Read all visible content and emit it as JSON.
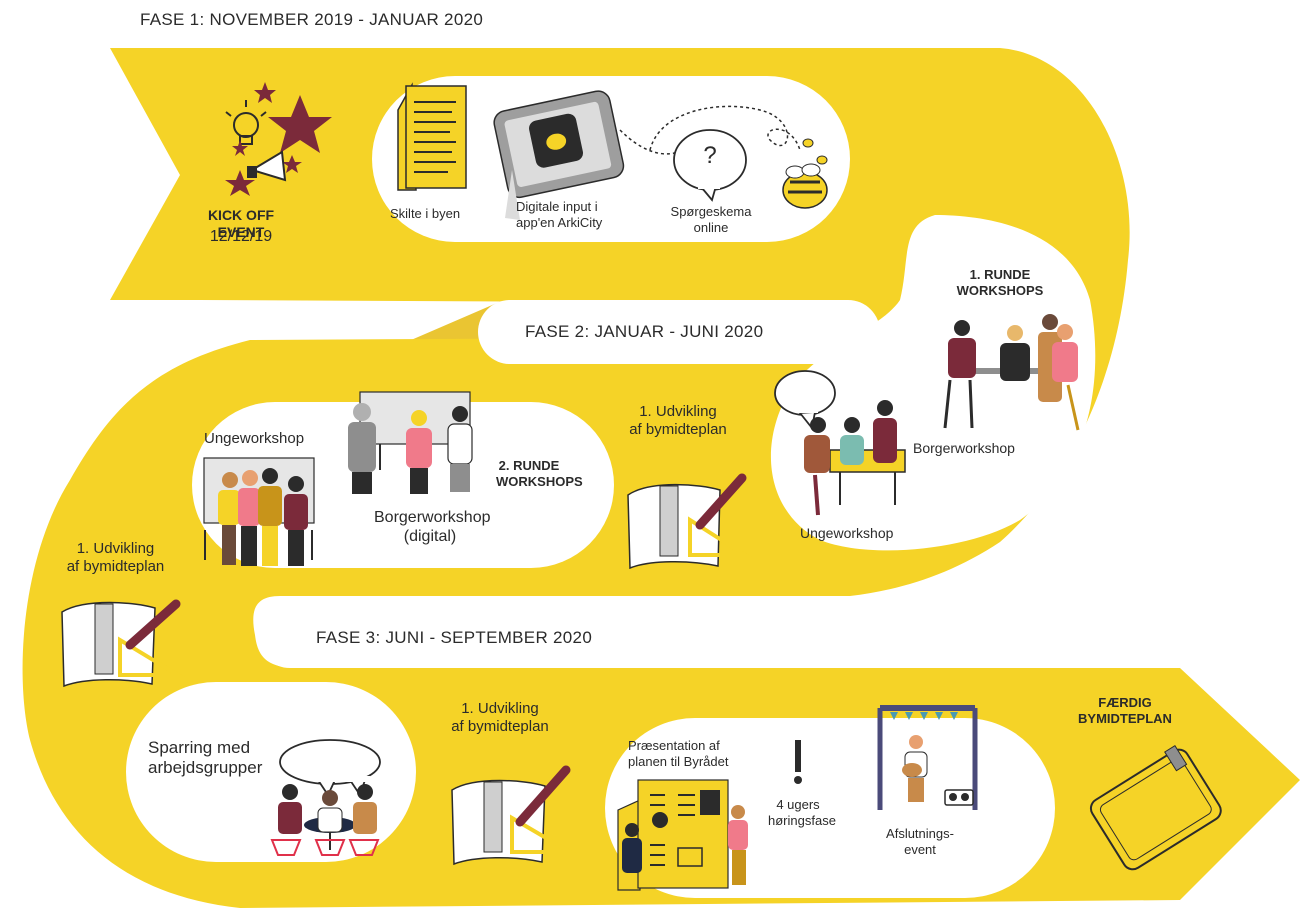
{
  "phases": {
    "phase1_title": "FASE 1: NOVEMBER 2019 - JANUAR 2020",
    "phase2_title": "FASE 2: JANUAR - JUNI 2020",
    "phase3_title": "FASE 3: JUNI - SEPTEMBER 2020"
  },
  "phase1": {
    "kickoff_title": "KICK OFF EVENT",
    "kickoff_date": "12/12/19",
    "signs_label": "Skilte i byen",
    "digital_input_label": "Digitale input i\napp'en ArkiCity",
    "survey_label": "Spørgeskema\nonline",
    "survey_symbol": "?"
  },
  "phase2": {
    "round1_title": "1. RUNDE\nWORKSHOPS",
    "borgerworkshop_label": "Borgerworkshop",
    "ungeworkshop_label": "Ungeworkshop",
    "development_label": "1. Udvikling\naf bymidteplan",
    "round2_title": "2. RUNDE\nWORKSHOPS",
    "ungeworkshop2_label": "Ungeworkshop",
    "borgerworkshop_digital_label": "Borgerworkshop\n(digital)",
    "left_development_label": "1. Udvikling\naf bymidteplan"
  },
  "phase3": {
    "sparring_label": "Sparring med\narbejdsgrupper",
    "development_label": "1. Udvikling\naf bymidteplan",
    "presentation_label": "Præsentation af\nplanen til Byrådet",
    "exclamation_symbol": "!",
    "hearing_label": "4 ugers\nhøringsfase",
    "closing_event_label": "Afslutnings-\nevent",
    "final_title": "FÆRDIG\nBYMIDTEPLAN"
  },
  "colors": {
    "road_yellow": "#f5d327",
    "road_shade": "#eac532",
    "plum": "#7b2a3a",
    "dark": "#2b2b2b"
  }
}
